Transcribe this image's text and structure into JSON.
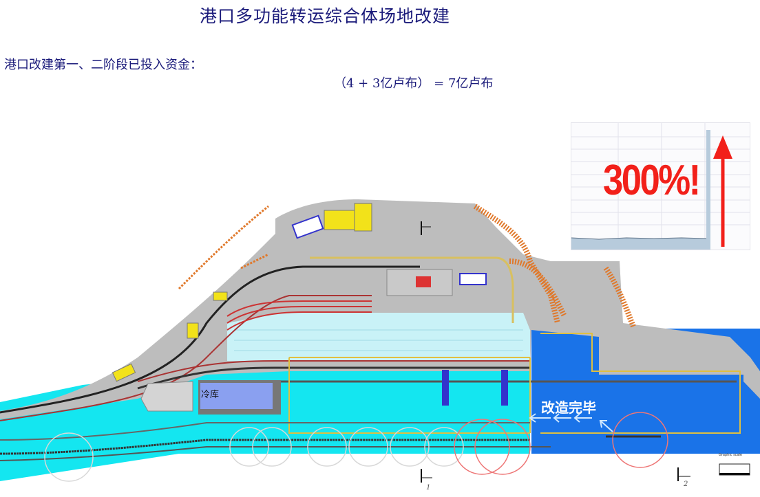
{
  "title": "港口多功能转运综合体场地改建",
  "subtitle": "港口改建第一、二阶段已投入资金：",
  "formula": "（4 + 3亿卢布） = 7亿卢布",
  "inset": {
    "label": "300%!",
    "arrow_color": "#f2201a"
  },
  "map": {
    "cold_storage_label": "冷库",
    "completed_label": "改造完毕",
    "section_marker_1": "1",
    "section_marker_2": "2",
    "scale_label": "Graphic scale",
    "colors": {
      "land": "#bdbdbd",
      "water": "#14e6f0",
      "completed_area": "#1a73e8",
      "slope": "#e0782a"
    }
  }
}
